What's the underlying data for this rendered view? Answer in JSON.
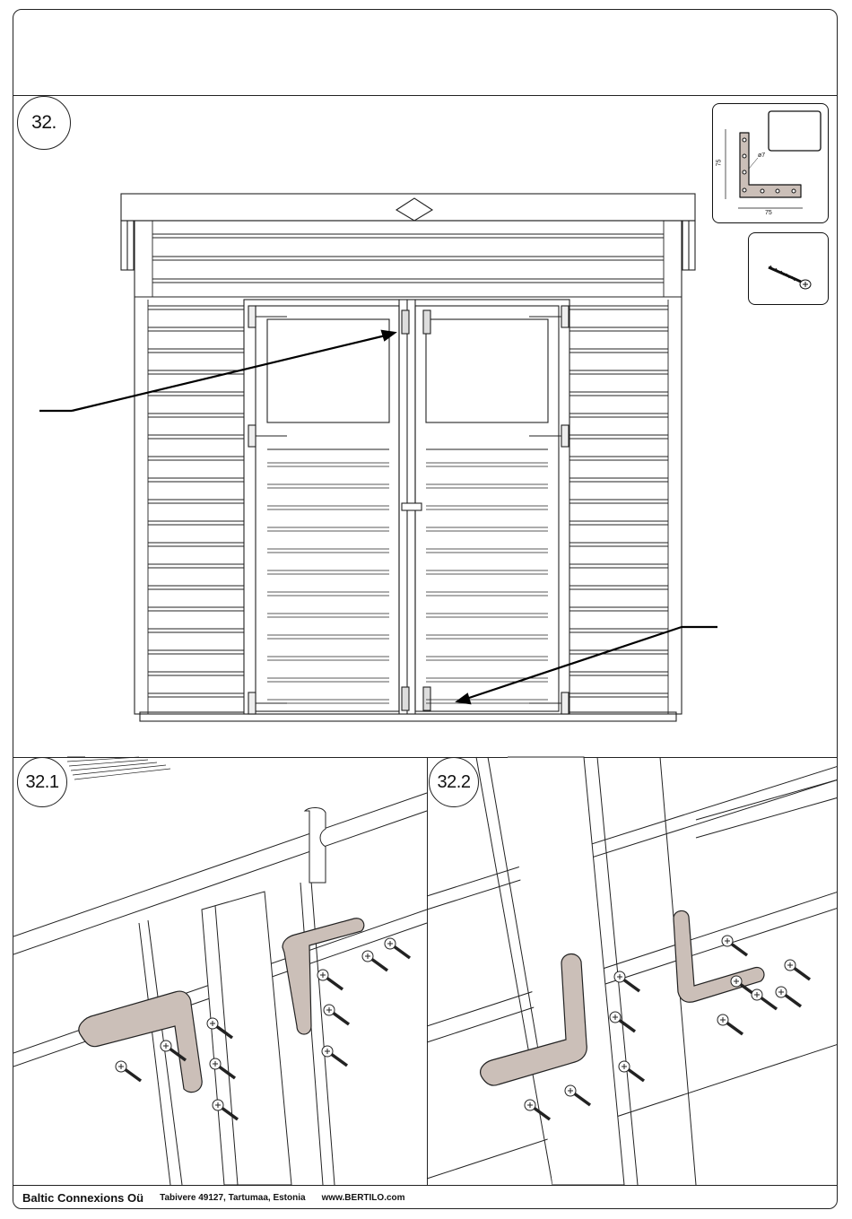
{
  "steps": {
    "main": "32.",
    "detail_left": "32.1",
    "detail_right": "32.2"
  },
  "bracket_spec": {
    "height": "75",
    "width": "75",
    "hole": "ø7"
  },
  "footer": {
    "company": "Baltic Connexions Oü",
    "address": "Tabivere 49127, Tartumaa, Estonia",
    "website": "www.BERTILO.com"
  },
  "colors": {
    "line": "#222222",
    "bracket_fill": "#cbbfb8",
    "background": "#ffffff"
  }
}
